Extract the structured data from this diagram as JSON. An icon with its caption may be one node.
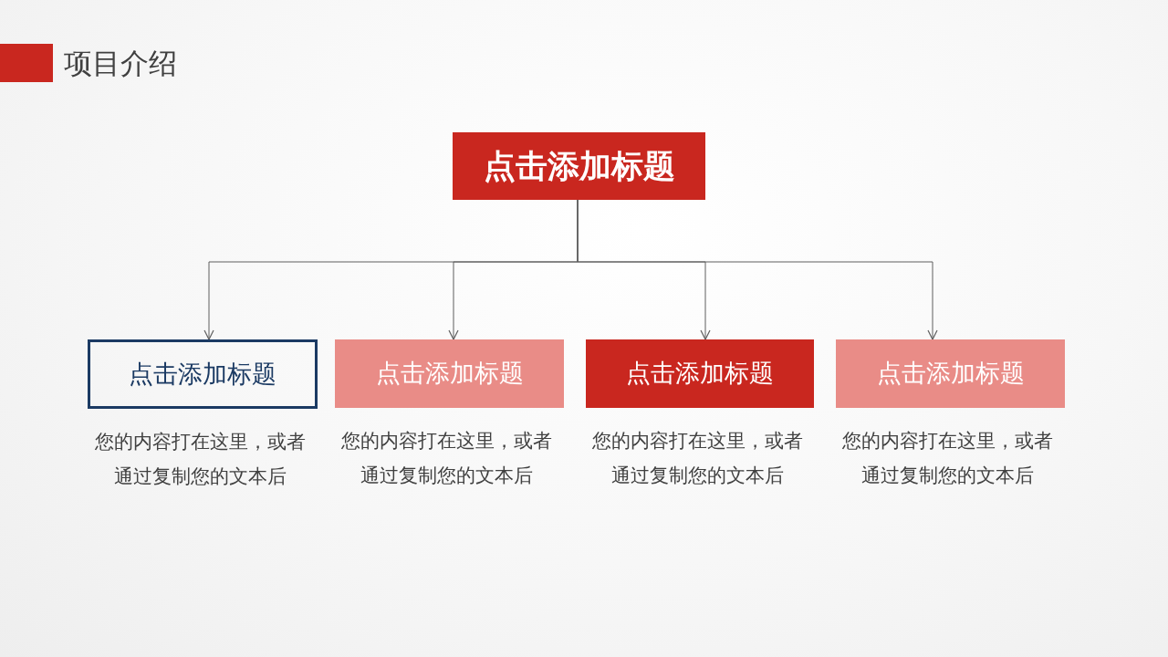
{
  "diagram": {
    "title": "项目介绍",
    "nodes": [
      {
        "text": [
          "点击添加标题"
        ]
      },
      {
        "text": [
          "点击添加标题"
        ],
        "beside": [
          "您的内容打在这里，或者通过复制您的文本后"
        ]
      },
      {
        "text": [
          "点击添加标题"
        ],
        "beside": [
          "您的内容打在这里，或者通过复制您的文本后"
        ]
      },
      {
        "text": [
          "点击添加标题"
        ],
        "beside": [
          "您的内容打在这里，或者通过复制您的文本后"
        ]
      },
      {
        "text": [
          "点击添加标题"
        ],
        "beside": [
          "您的内容打在这里，或者通过复制您的文本后"
        ]
      }
    ],
    "edges": [
      {
        "from": 0,
        "to": 1,
        "arrow": "to"
      },
      {
        "from": 0,
        "to": 2,
        "arrow": "to"
      },
      {
        "from": 0,
        "to": 3,
        "arrow": "to"
      },
      {
        "from": 0,
        "to": 4,
        "arrow": "to"
      }
    ]
  }
}
